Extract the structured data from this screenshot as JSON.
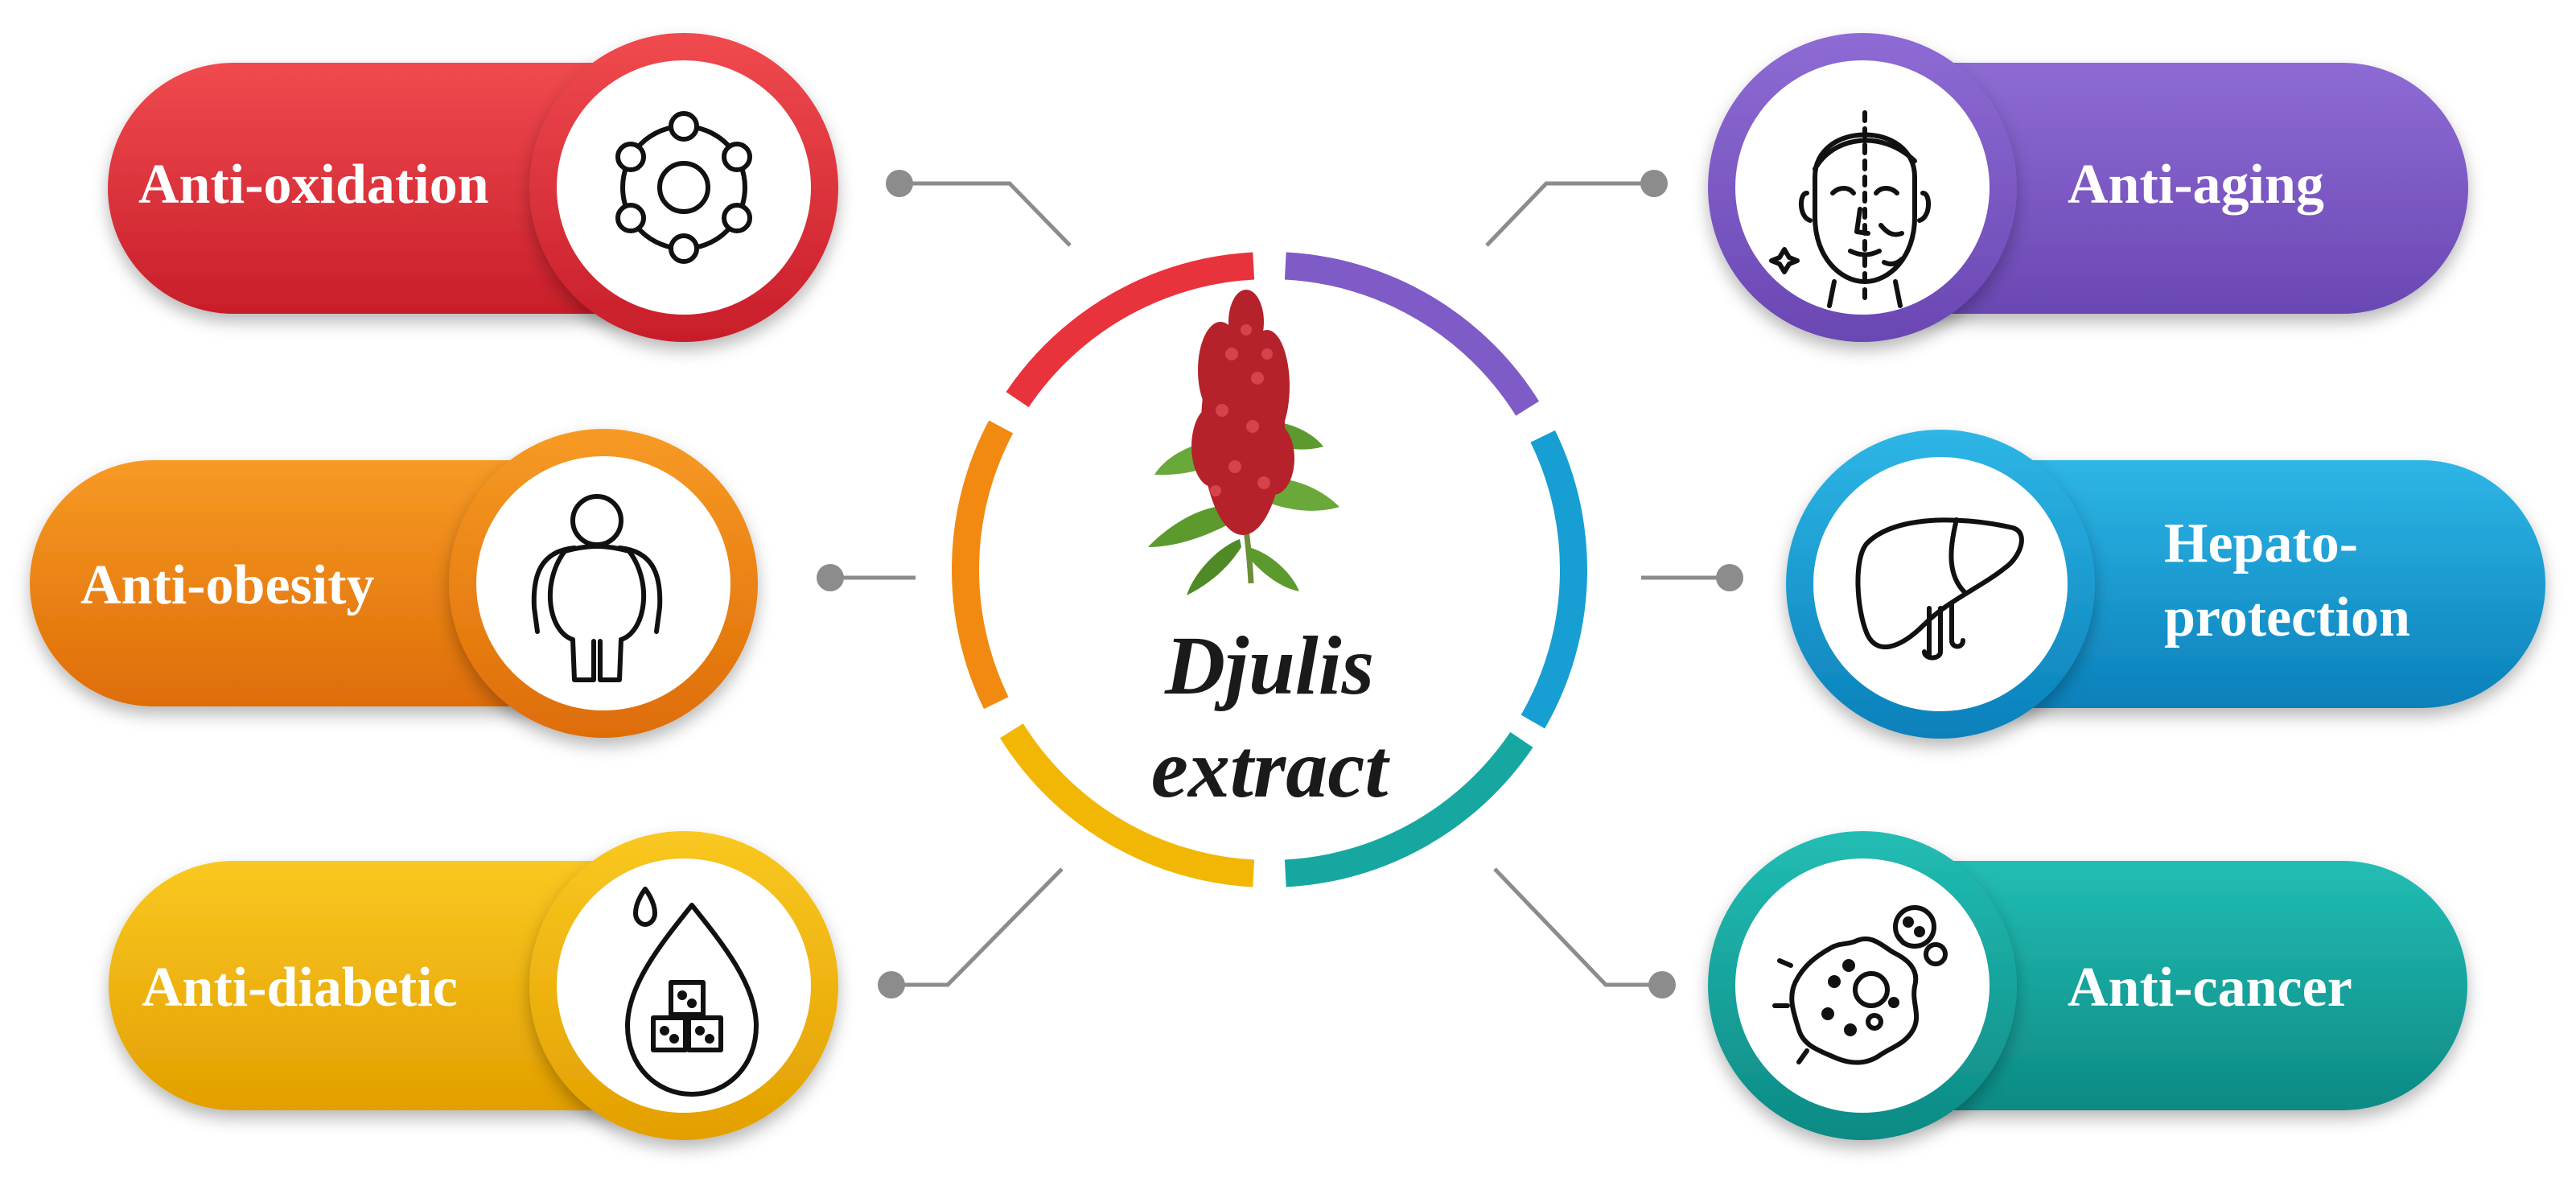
{
  "center": {
    "line1": "Djulis",
    "line2": "extract",
    "image": "djulis-plant-illustration"
  },
  "items": [
    {
      "id": "anti-oxidation",
      "label_lines": [
        "Anti-oxidation"
      ],
      "color": "#e8323c",
      "icon": "molecule-ring-icon"
    },
    {
      "id": "anti-obesity",
      "label_lines": [
        "Anti-obesity"
      ],
      "color": "#f28a12",
      "icon": "obese-person-icon"
    },
    {
      "id": "anti-diabetic",
      "label_lines": [
        "Anti-diabetic"
      ],
      "color": "#f2b705",
      "icon": "sugar-drop-icon"
    },
    {
      "id": "anti-aging",
      "label_lines": [
        "Anti-aging"
      ],
      "color": "#7e5bc6",
      "icon": "face-aging-icon"
    },
    {
      "id": "hepato-protection",
      "label_lines": [
        "Hepato-",
        "protection"
      ],
      "color": "#179fd3",
      "icon": "liver-icon"
    },
    {
      "id": "anti-cancer",
      "label_lines": [
        "Anti-cancer"
      ],
      "color": "#16a8a0",
      "icon": "cancer-cell-icon"
    }
  ],
  "connector_color": "#8c8c8c"
}
